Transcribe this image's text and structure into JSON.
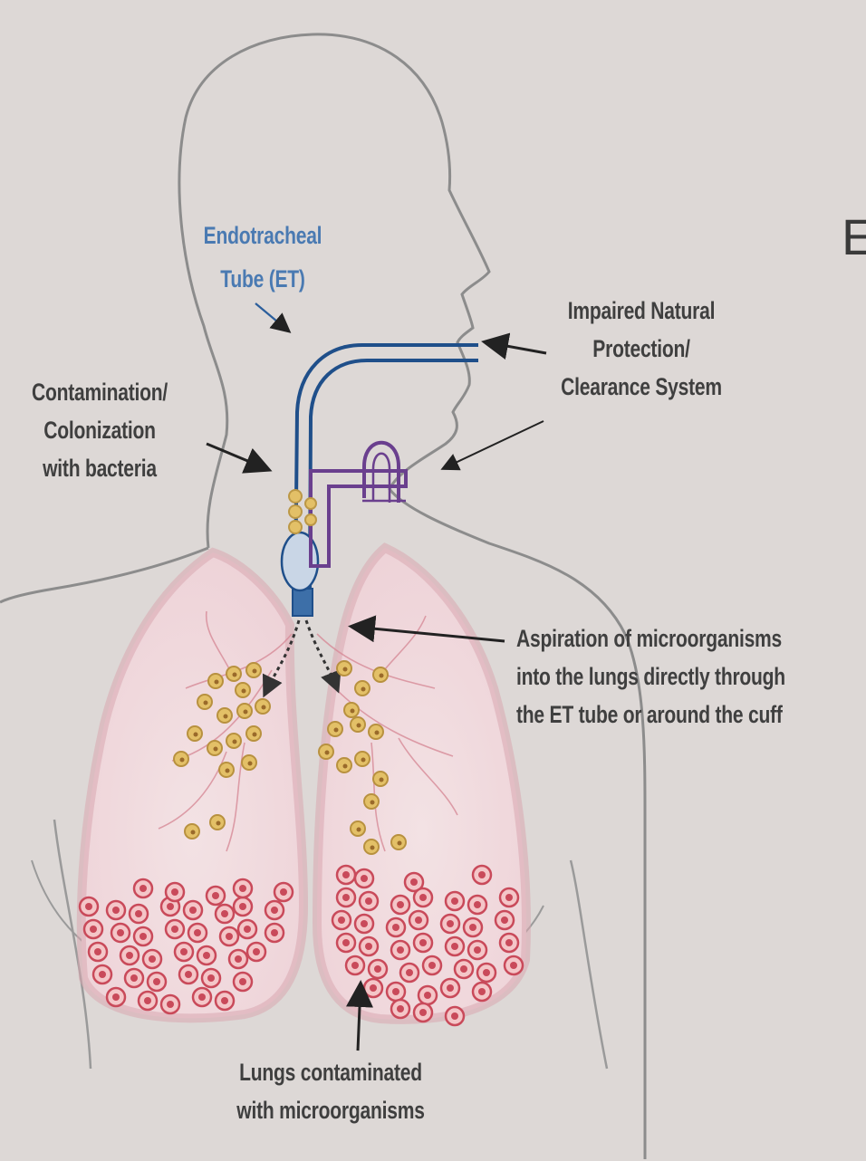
{
  "labels": {
    "endotracheal_tube": "Endotracheal\nTube (ET)",
    "contamination": "Contamination/\nColonization\nwith bacteria",
    "impaired_protection": "Impaired Natural\nProtection/\nClearance System",
    "aspiration": "Aspiration of microorganisms\ninto the lungs directly through\nthe ET tube or around the cuff",
    "lungs_contaminated": "Lungs contaminated\nwith microorganisms",
    "edge_letter": "E"
  },
  "colors": {
    "background": "#ddd8d6",
    "body_outline": "#8c8c8c",
    "et_tube": "#1f4f8a",
    "et_label": "#4a7ab2",
    "suction_device": "#6a3f8e",
    "lung_tissue": "#e8bcc4",
    "lung_edge": "#d7a2ad",
    "bacteria_colonizing": "#e3c067",
    "bacteria_infecting": "#c94a5a",
    "arrow": "#222222"
  }
}
